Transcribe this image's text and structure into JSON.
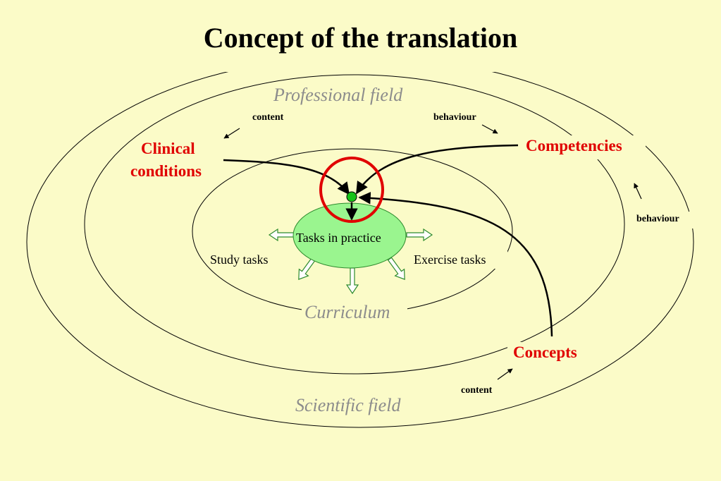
{
  "slide": {
    "title": "Concept of the translation"
  },
  "fields": {
    "professional": "Professional field",
    "scientific": "Scientific field",
    "curriculum": "Curriculum"
  },
  "nodes": {
    "clinical_line1": "Clinical",
    "clinical_line2": "conditions",
    "competencies": "Competencies",
    "concepts": "Concepts",
    "tasks_in_practice": "Tasks in practice",
    "study_tasks": "Study tasks",
    "exercise_tasks": "Exercise tasks"
  },
  "annotations": {
    "content_top": "content",
    "behaviour_top": "behaviour",
    "behaviour_right": "behaviour",
    "content_bottom": "content"
  },
  "colors": {
    "background": "#FBFBC8",
    "accent_red": "#E00000",
    "field_gray": "#8C8C8C",
    "task_fill": "#9AF58F",
    "task_arrow": "#2E8B2E",
    "focus_dot": "#18C418"
  }
}
